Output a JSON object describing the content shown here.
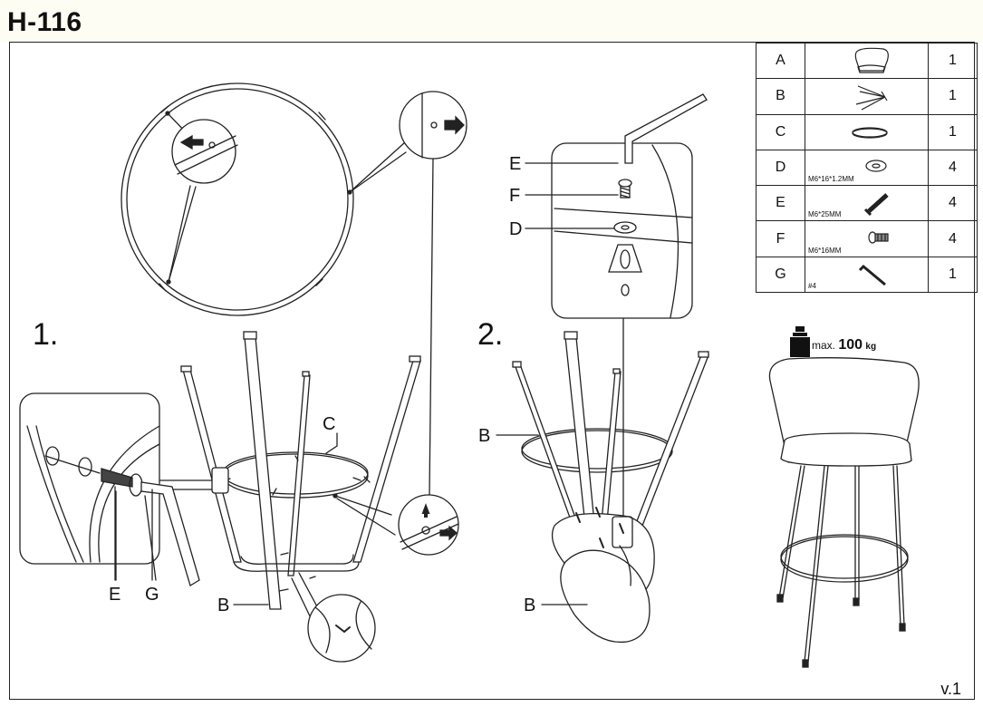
{
  "header": {
    "model": "H-116"
  },
  "steps": [
    {
      "number": "1.",
      "callouts": [
        "C",
        "E",
        "G",
        "B"
      ]
    },
    {
      "number": "2.",
      "callouts": [
        "E",
        "F",
        "D",
        "B",
        "B"
      ]
    }
  ],
  "parts": [
    {
      "letter": "A",
      "spec": "",
      "qty": "1",
      "icon": "seat-icon"
    },
    {
      "letter": "B",
      "spec": "",
      "qty": "1",
      "icon": "leg-frame-icon"
    },
    {
      "letter": "C",
      "spec": "",
      "qty": "1",
      "icon": "ring-icon"
    },
    {
      "letter": "D",
      "spec": "M6*16*1.2MM",
      "qty": "4",
      "icon": "washer-icon"
    },
    {
      "letter": "E",
      "spec": "M6*25MM",
      "qty": "4",
      "icon": "bolt-icon"
    },
    {
      "letter": "F",
      "spec": "M6*16MM",
      "qty": "4",
      "icon": "short-bolt-icon"
    },
    {
      "letter": "G",
      "spec": "#4",
      "qty": "1",
      "icon": "allen-key-icon"
    }
  ],
  "max_load": {
    "prefix": "max.",
    "value": "100",
    "unit": "kg"
  },
  "footer": {
    "version": "v.1"
  }
}
